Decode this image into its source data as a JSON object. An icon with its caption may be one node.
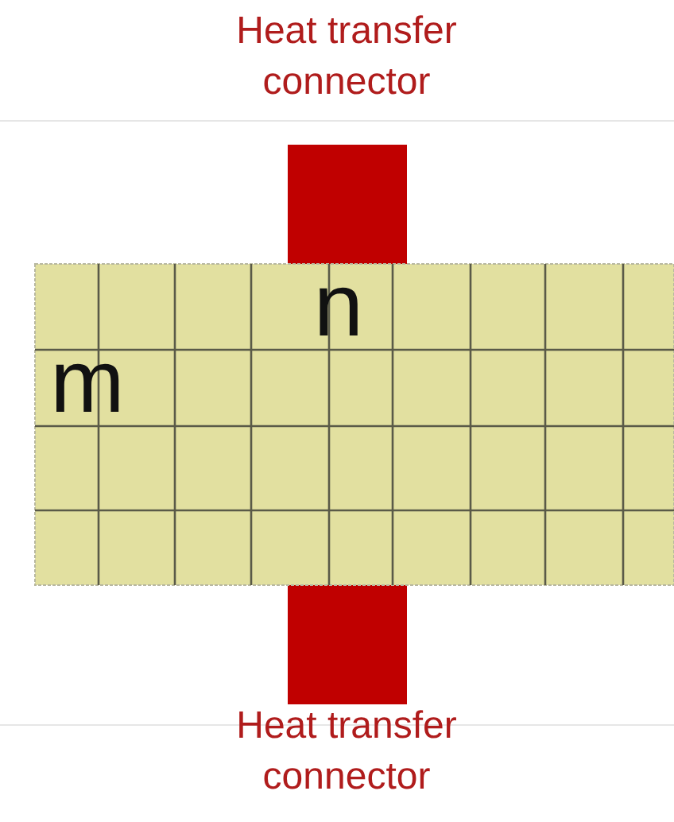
{
  "diagram": {
    "labels": [
      "Heat transfer connector",
      "n",
      "m",
      "Heat transfer connector"
    ]
  }
}
